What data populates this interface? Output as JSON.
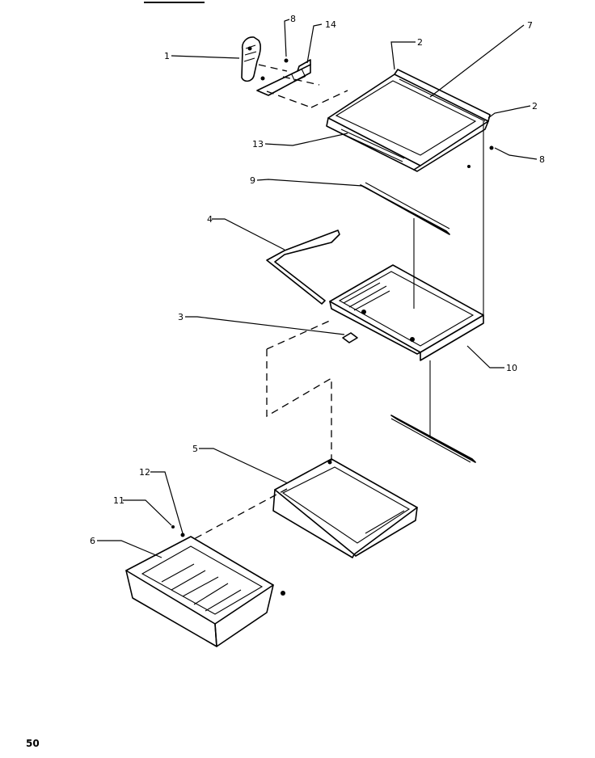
{
  "page_number": "50",
  "callouts": {
    "c1": "1",
    "c2a": "2",
    "c2b": "2",
    "c3": "3",
    "c4": "4",
    "c5": "5",
    "c6": "6",
    "c7": "7",
    "c8a": "8",
    "c8b": "8",
    "c9": "9",
    "c10": "10",
    "c11": "11",
    "c12": "12",
    "c13": "13",
    "c14": "14"
  }
}
